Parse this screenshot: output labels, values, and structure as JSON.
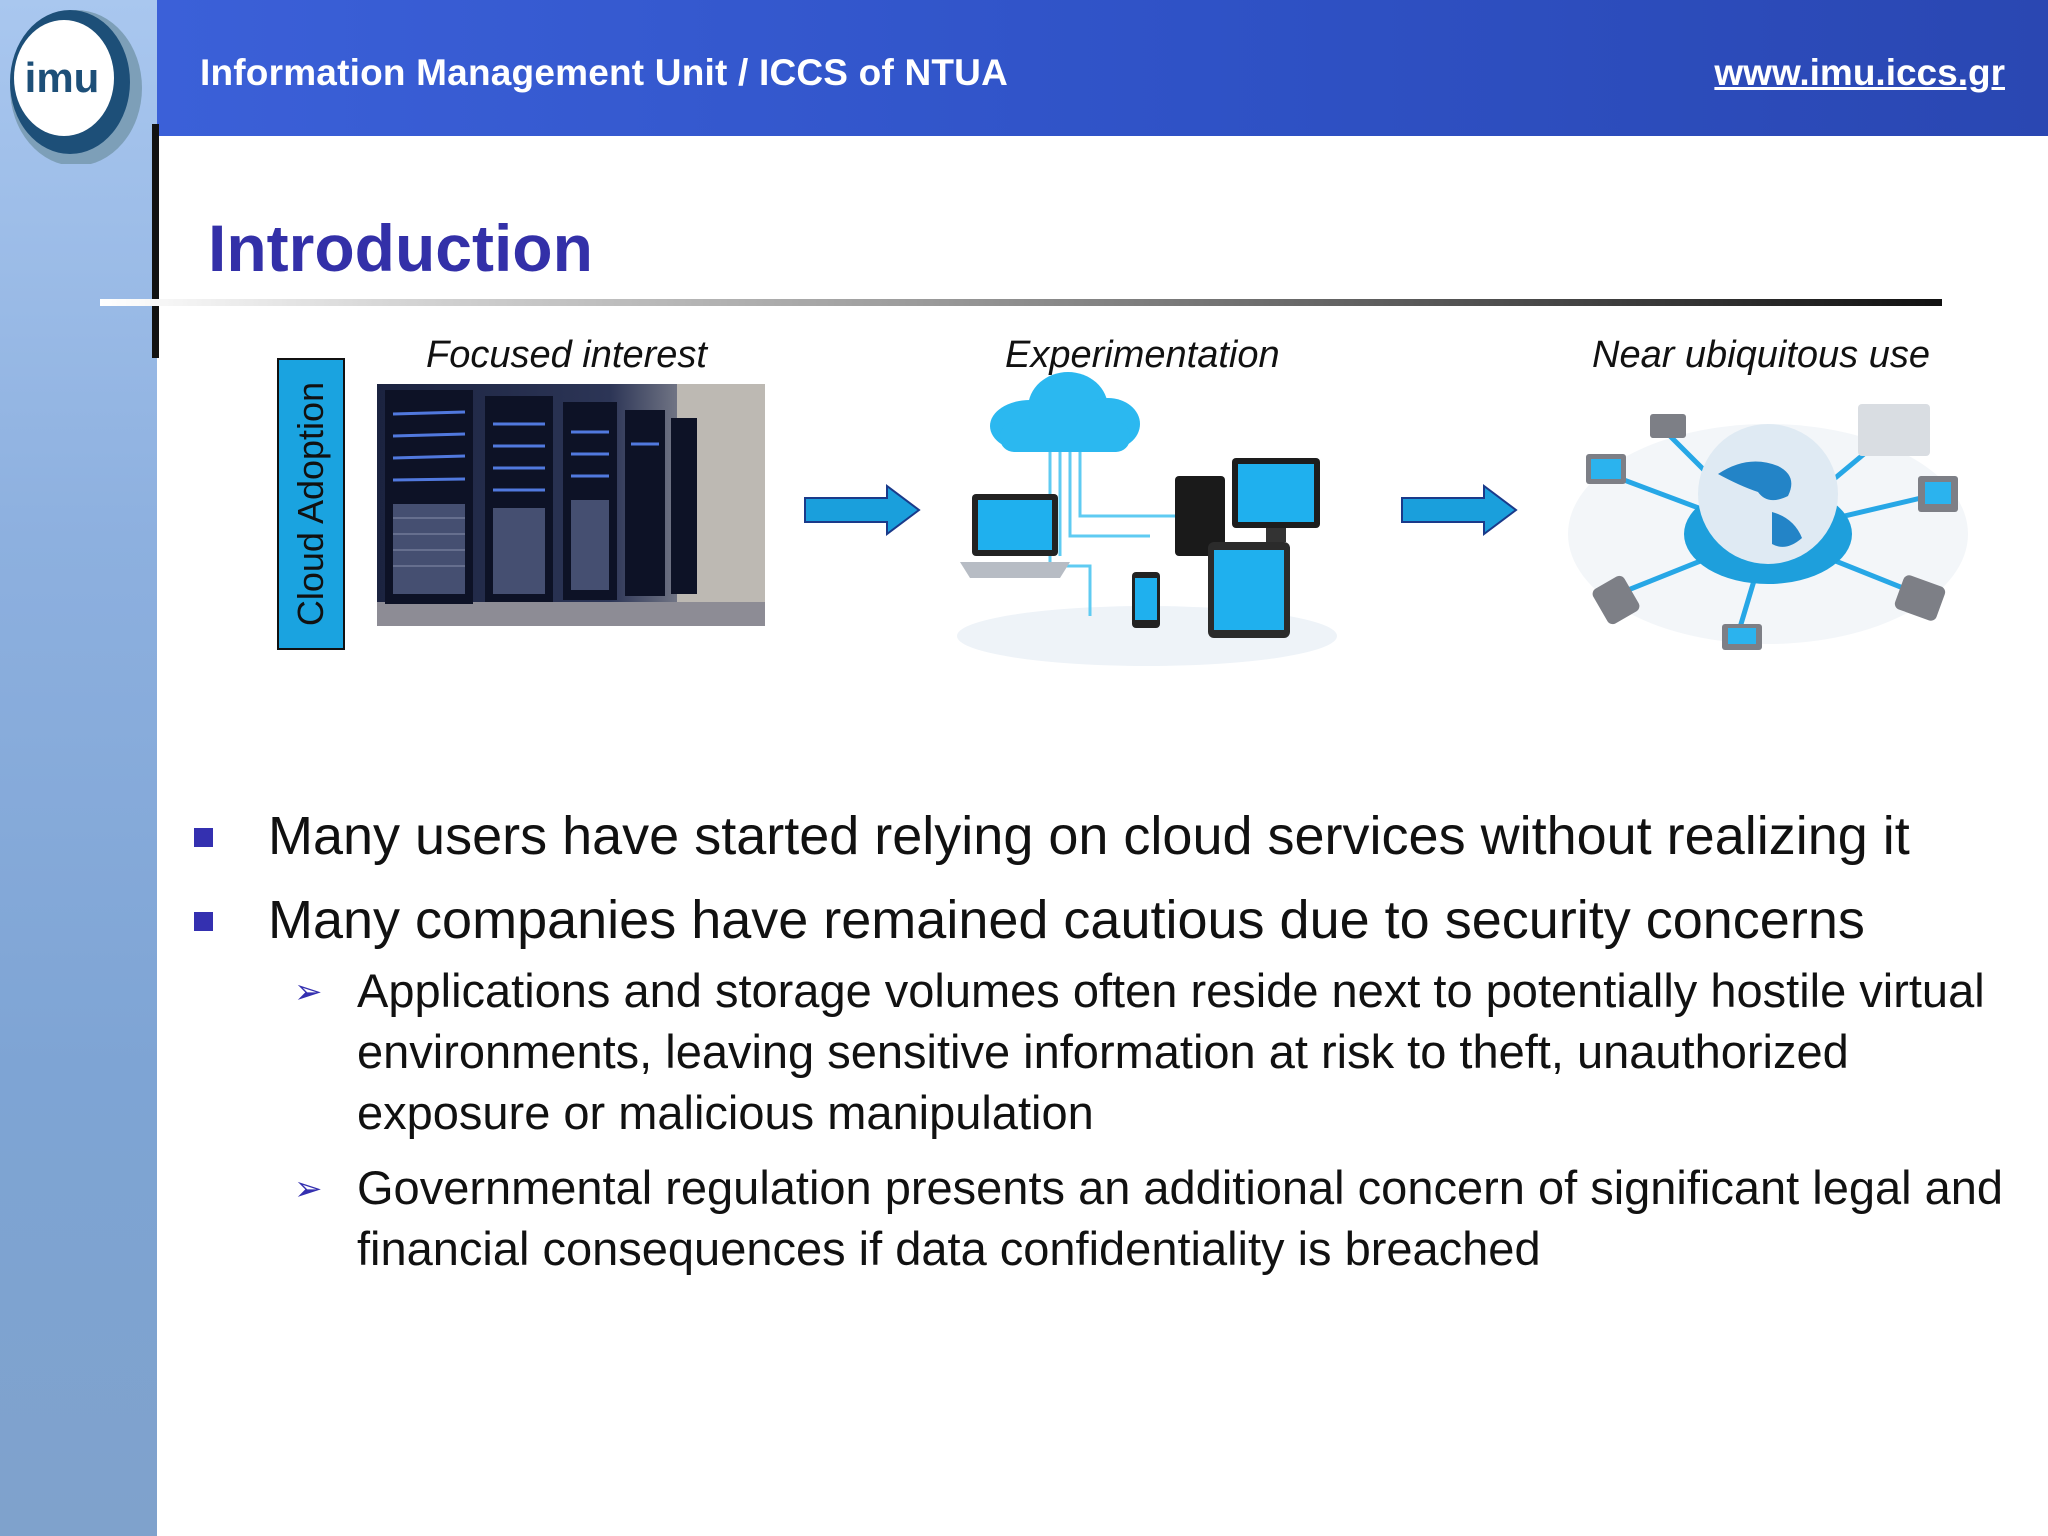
{
  "header": {
    "org": "Information Management Unit / ICCS of NTUA",
    "url": "www.imu.iccs.gr",
    "logo_text": "imu"
  },
  "slide": {
    "title": "Introduction",
    "adoption_label": "Cloud Adoption",
    "stages": [
      {
        "label": "Focused interest",
        "image": "server-racks-photo"
      },
      {
        "label": "Experimentation",
        "image": "cloud-devices-illustration"
      },
      {
        "label": "Near ubiquitous use",
        "image": "globe-network-illustration"
      }
    ],
    "bullets": [
      {
        "text": "Many users have started relying on cloud services without realizing it"
      },
      {
        "text": "Many companies have remained cautious due to security concerns",
        "sub": [
          "Applications and storage volumes often reside next to potentially hostile virtual environments, leaving sensitive information at risk to theft, unauthorized exposure or malicious manipulation",
          "Governmental regulation presents an additional concern of significant legal and financial consequences if data confidentiality is breached"
        ]
      }
    ]
  },
  "colors": {
    "header_blue": "#2f52c6",
    "title_purple": "#3330a8",
    "accent_cyan": "#1aa3e0",
    "bullet": "#3430b0"
  }
}
